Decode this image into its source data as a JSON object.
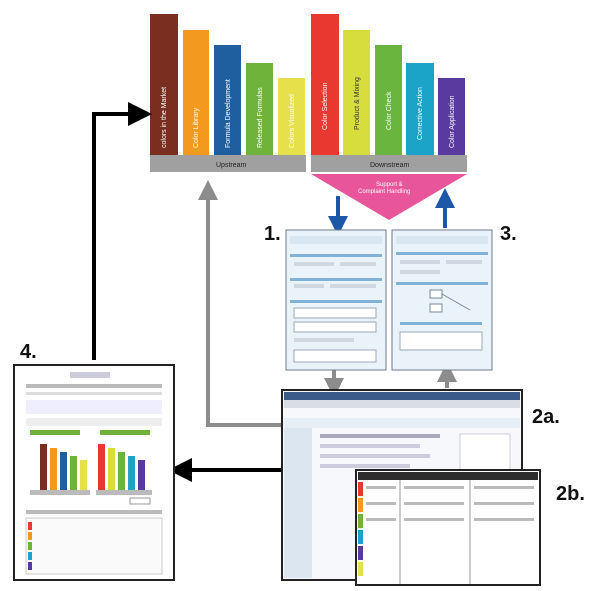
{
  "colors": {
    "bars": [
      "#7a2e1f",
      "#f39a1e",
      "#1f5fa0",
      "#6fb33b",
      "#e6e04a",
      "#e8382f",
      "#d7dd3c",
      "#69b53d",
      "#1ba3c8",
      "#5b3aa0"
    ],
    "bar_base": "#a0a0a0",
    "pink": "#e8559a",
    "blue_arrow": "#1d57a8",
    "gray_arrow": "#8c8c8c",
    "black_arrow": "#000000"
  },
  "labels": {
    "upstream": "Upstream",
    "downstream": "Downstream",
    "support": "Support &",
    "support2": "Complaint Handling",
    "step1": "1.",
    "step3": "3.",
    "step4": "4.",
    "step2a": "2a.",
    "step2b": "2b."
  },
  "upstream_bars": [
    "colors in the Market",
    "Color Library",
    "Formula Development",
    "Released Formulas",
    "Colors Visualized"
  ],
  "downstream_bars": [
    "Color Selection",
    "Product & Mixing",
    "Color Check",
    "Corrective Action",
    "Color Application"
  ]
}
